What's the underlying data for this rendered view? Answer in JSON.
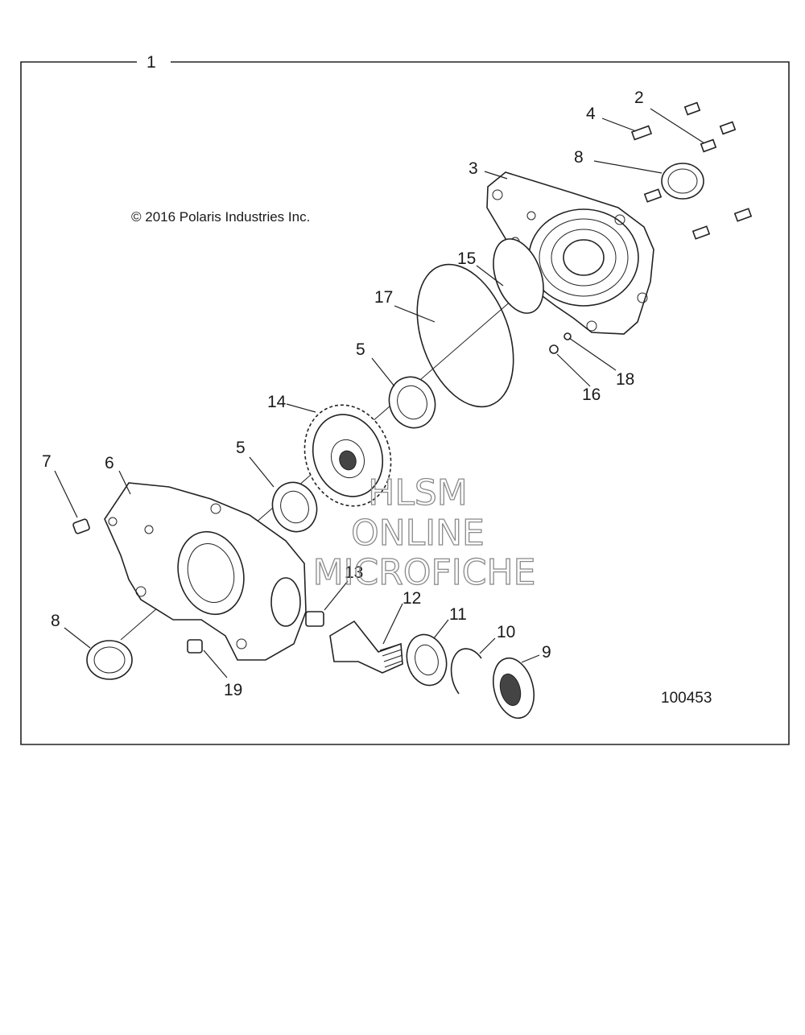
{
  "assembly_number": "1",
  "copyright": "© 2016 Polaris Industries Inc.",
  "figure_id": "100453",
  "watermark": [
    "HLSM",
    "ONLINE",
    "MICROFICHE"
  ],
  "callouts": [
    "2",
    "3",
    "4",
    "5",
    "5",
    "6",
    "7",
    "8",
    "8",
    "9",
    "10",
    "11",
    "12",
    "13",
    "14",
    "15",
    "16",
    "17",
    "18",
    "19"
  ]
}
